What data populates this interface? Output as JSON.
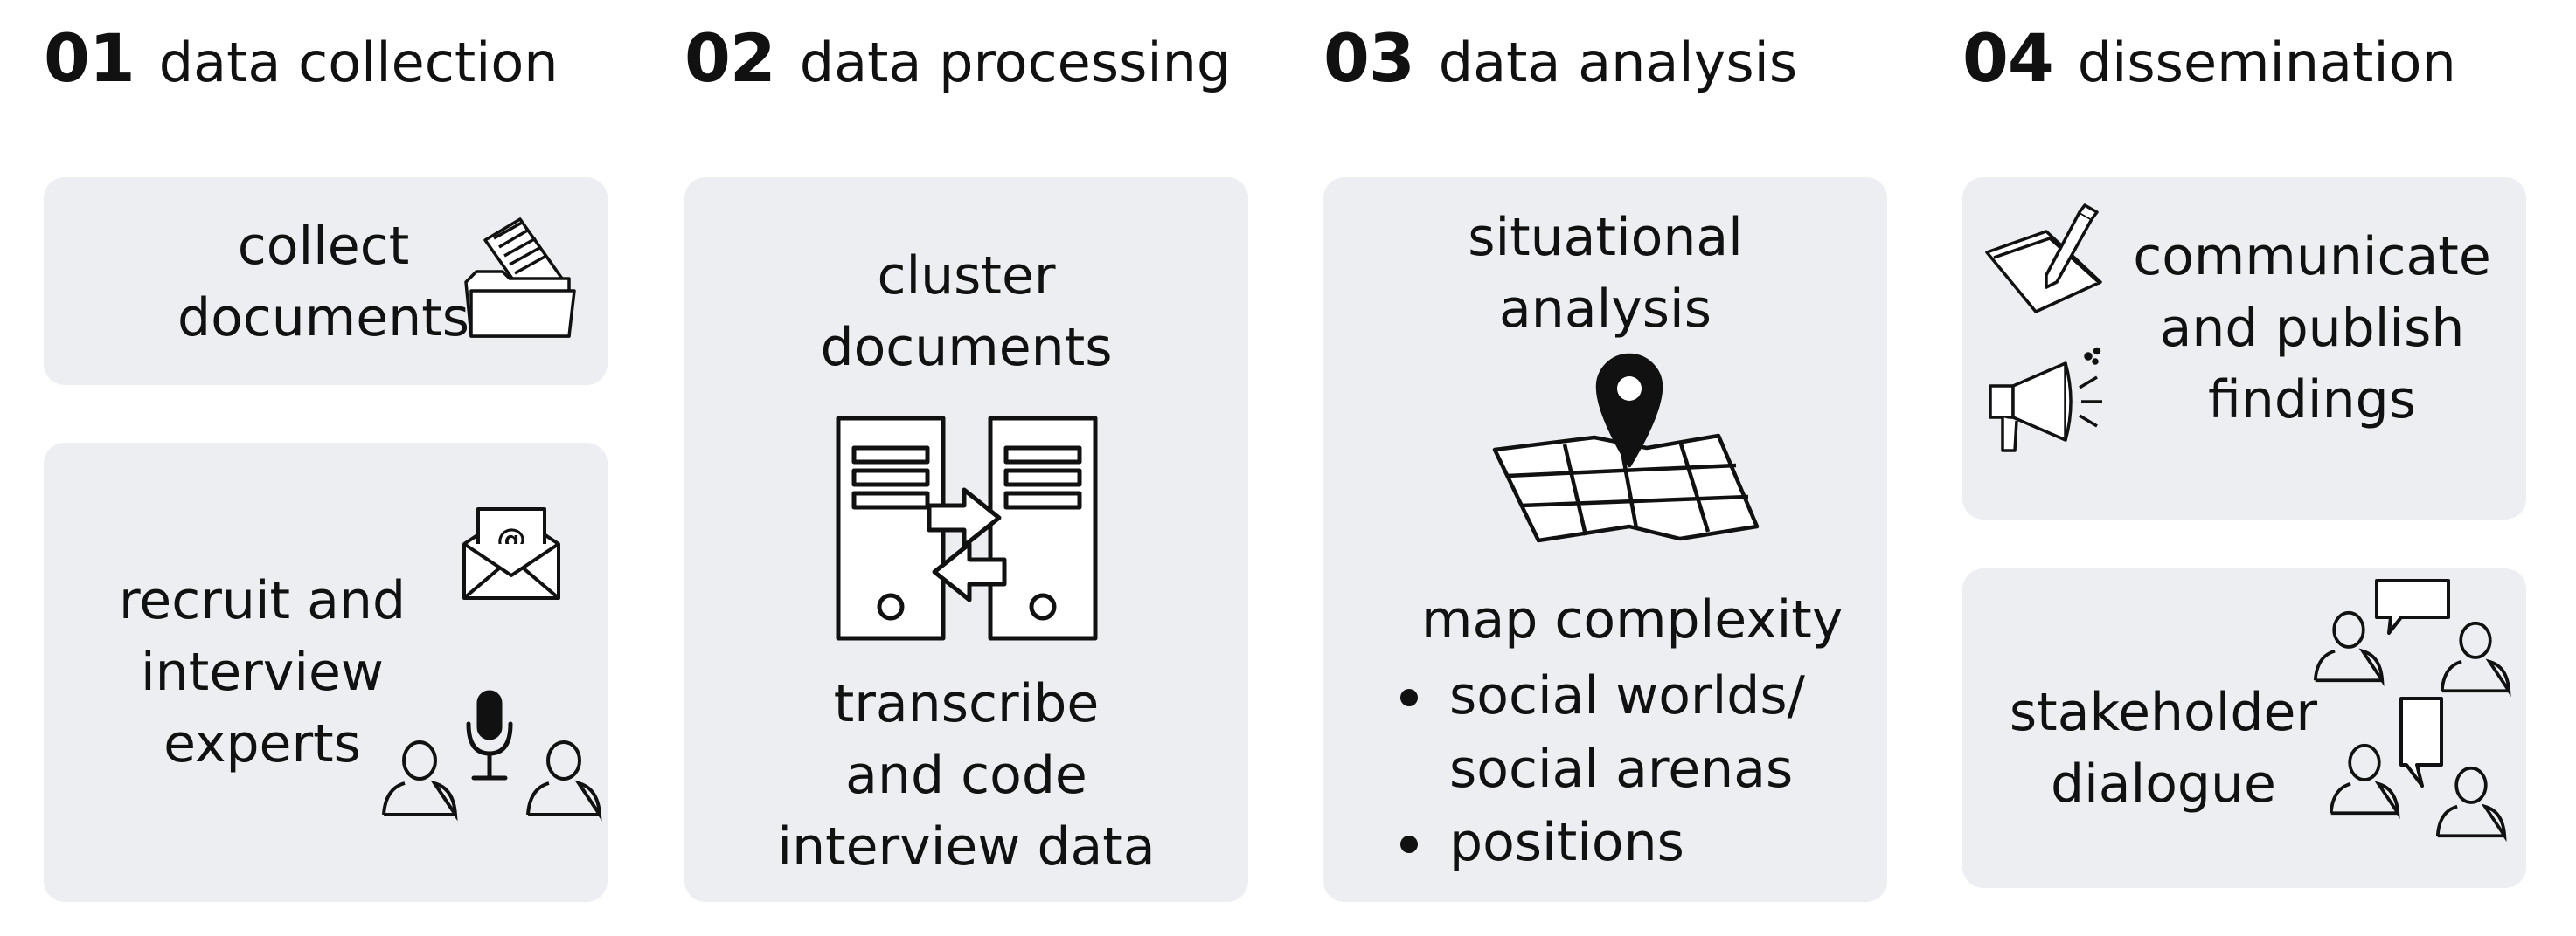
{
  "columns": [
    {
      "number": "01",
      "title": "data collection",
      "cards": [
        {
          "text": "collect\ndocuments"
        },
        {
          "text": "recruit and\ninterview\nexperts"
        }
      ]
    },
    {
      "number": "02",
      "title": "data processing",
      "cards": [
        {
          "top_text": "cluster\ndocuments",
          "bottom_text": "transcribe\nand code\ninterview data"
        }
      ]
    },
    {
      "number": "03",
      "title": "data analysis",
      "cards": [
        {
          "top_text": "situational\nanalysis",
          "list_title": "map complexity",
          "bullets": [
            "social worlds/\nsocial arenas",
            "positions"
          ]
        }
      ]
    },
    {
      "number": "04",
      "title": "dissemination",
      "cards": [
        {
          "text": "communicate\nand publish\nfindings"
        },
        {
          "text": "stakeholder\ndialogue"
        }
      ]
    }
  ],
  "icons": [
    "documents-folder-icon",
    "email-icon",
    "microphone-icon",
    "person-icon",
    "servers-transfer-icon",
    "map-pin-icon",
    "paper-pen-icon",
    "megaphone-icon",
    "speech-bubble-icon"
  ],
  "colors": {
    "card_background": "#eceef1",
    "text": "#111111",
    "page_background": "#ffffff"
  }
}
